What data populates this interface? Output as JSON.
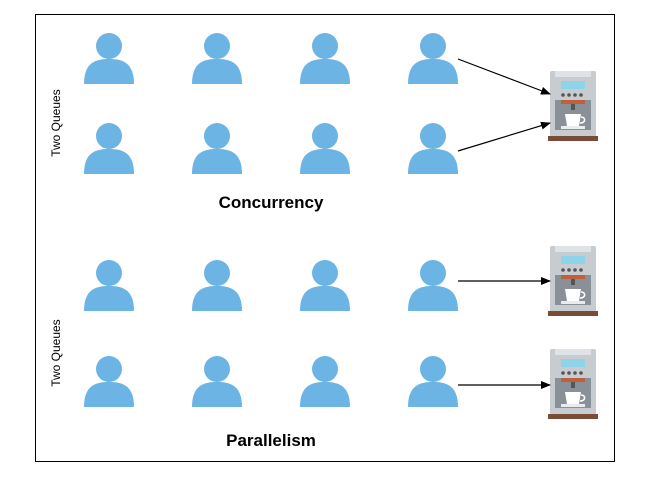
{
  "sections": [
    {
      "caption": "Concurrency",
      "queue_label": "Two Queues",
      "queues": 2,
      "people_per_queue": 4,
      "machines": 1
    },
    {
      "caption": "Parallelism",
      "queue_label": "Two Queues",
      "queues": 2,
      "people_per_queue": 4,
      "machines": 2
    }
  ],
  "colors": {
    "person": "#6cb4e4",
    "border": "#000000",
    "arrow": "#000000"
  },
  "icons": {
    "person": "person-icon",
    "machine": "coffee-machine-icon"
  }
}
